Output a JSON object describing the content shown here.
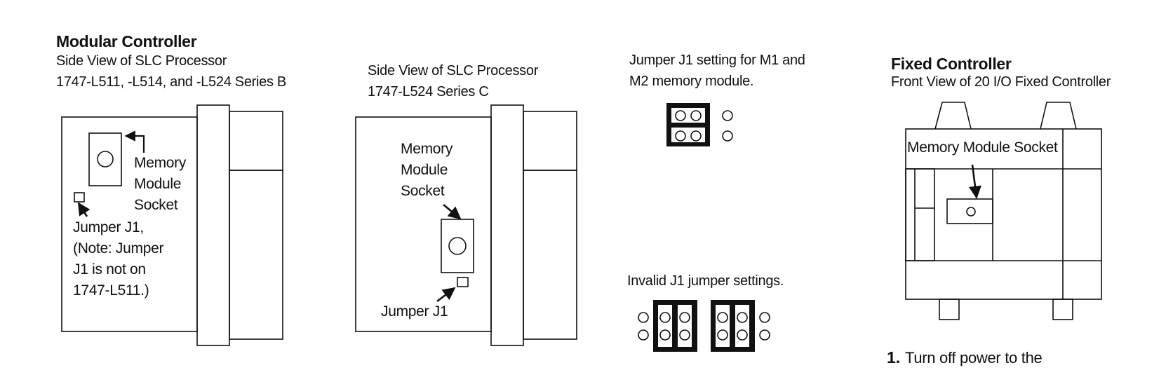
{
  "modular": {
    "title": "Modular Controller",
    "subtitle1": "Side View of SLC Processor",
    "subtitle2": "1747-L511, -L514, and -L524 Series B",
    "memory_label": [
      "Memory",
      "Module",
      "Socket"
    ],
    "jumper_label": [
      "Jumper J1,",
      "(Note: Jumper",
      "J1 is not on",
      "1747-L511.)"
    ]
  },
  "seriesC": {
    "subtitle1": "Side View of SLC Processor",
    "subtitle2": "1747-L524 Series C",
    "memory_label": [
      "Memory",
      "Module",
      "Socket"
    ],
    "jumper_label": "Jumper J1"
  },
  "jumper": {
    "valid_line1": "Jumper J1 setting for M1  and",
    "valid_line2": "M2 memory module.",
    "invalid_label": "Invalid J1 jumper settings."
  },
  "fixed": {
    "title": "Fixed Controller",
    "subtitle": "Front View of 20 I/O Fixed Controller",
    "memory_label": "Memory Module Socket"
  },
  "step": {
    "number": "1.",
    "text": "Turn off power to the"
  }
}
